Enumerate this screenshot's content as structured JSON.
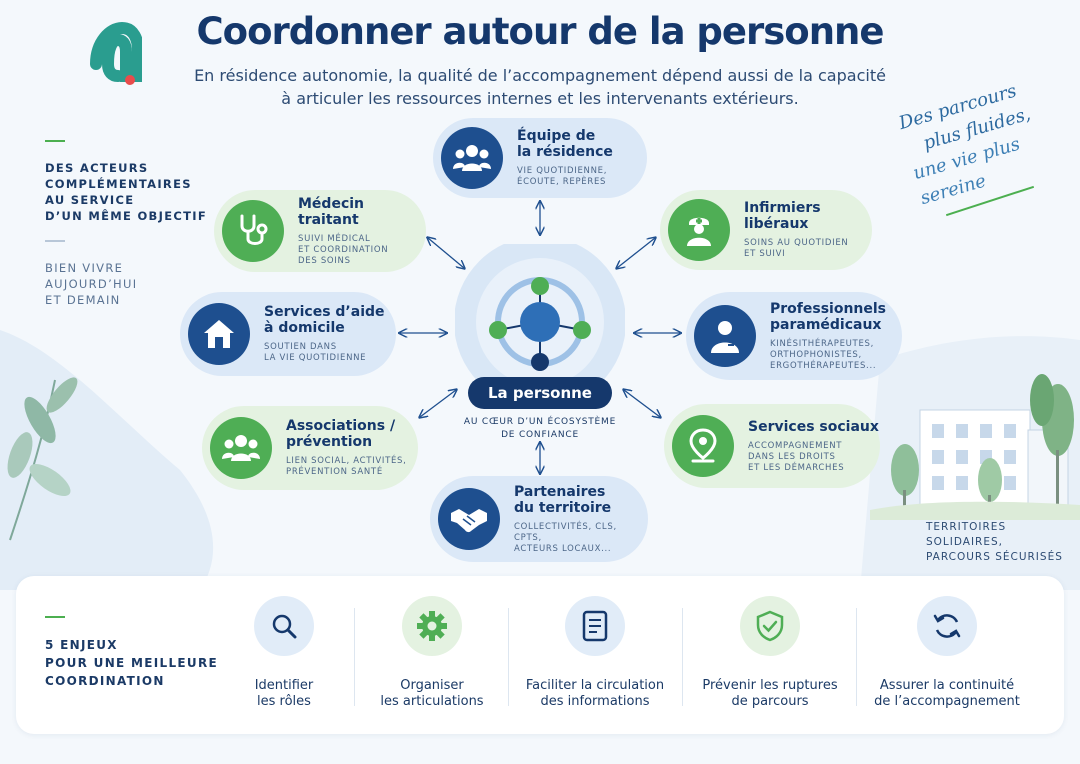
{
  "title": "Coordonner autour de la personne",
  "subtitle_line1": "En résidence autonomie, la qualité de l’accompagnement dépend aussi de la capacité",
  "subtitle_line2": "à articuler les ressources internes et les intervenants extérieurs.",
  "side_left": {
    "block1": [
      "DES ACTEURS",
      "COMPLÉMENTAIRES",
      "AU SERVICE",
      "D’UN MÊME OBJECTIF"
    ],
    "block2": [
      "BIEN VIVRE",
      "AUJOURD’HUI",
      "ET DEMAIN"
    ]
  },
  "script_note": [
    "Des parcours",
    "plus fluides,",
    "une vie plus sereine"
  ],
  "right_caption": [
    "TERRITOIRES SOLIDAIRES,",
    "PARCOURS SÉCURISÉS"
  ],
  "center": {
    "label": "La personne",
    "sub": [
      "AU CŒUR D’UN ÉCOSYSTÈME",
      "DE CONFIANCE"
    ]
  },
  "nodes": {
    "equipe": {
      "title": [
        "Équipe de",
        "la résidence"
      ],
      "desc": [
        "VIE QUOTIDIENNE,",
        "ÉCOUTE, REPÈRES"
      ],
      "icon": "group-icon",
      "color": "blue"
    },
    "infirmiers": {
      "title": [
        "Infirmiers libéraux"
      ],
      "desc": [
        "SOINS AU QUOTIDIEN",
        "ET SUIVI"
      ],
      "icon": "nurse-icon",
      "color": "green"
    },
    "paramedicaux": {
      "title": [
        "Professionnels",
        "paramédicaux"
      ],
      "desc": [
        "KINÉSITHÉRAPEUTES,",
        "ORTHOPHONISTES,",
        "ERGOTHÉRAPEUTES..."
      ],
      "icon": "person-badge-icon",
      "color": "blue"
    },
    "sociaux": {
      "title": [
        "Services sociaux"
      ],
      "desc": [
        "ACCOMPAGNEMENT",
        "DANS LES DROITS",
        "ET LES DÉMARCHES"
      ],
      "icon": "location-pin-icon",
      "color": "green"
    },
    "partenaires": {
      "title": [
        "Partenaires",
        "du territoire"
      ],
      "desc": [
        "COLLECTIVITÉS, CLS, CPTS,",
        "ACTEURS LOCAUX..."
      ],
      "icon": "handshake-icon",
      "color": "blue"
    },
    "associations": {
      "title": [
        "Associations /",
        "prévention"
      ],
      "desc": [
        "LIEN SOCIAL, ACTIVITÉS,",
        "PRÉVENTION SANTÉ"
      ],
      "icon": "community-icon",
      "color": "green"
    },
    "aide": {
      "title": [
        "Services d’aide",
        "à domicile"
      ],
      "desc": [
        "SOUTIEN DANS",
        "LA VIE QUOTIDIENNE"
      ],
      "icon": "home-icon",
      "color": "blue"
    },
    "medecin": {
      "title": [
        "Médecin traitant"
      ],
      "desc": [
        "SUIVI MÉDICAL",
        "ET COORDINATION",
        "DES SOINS"
      ],
      "icon": "stethoscope-icon",
      "color": "green"
    }
  },
  "bottom": {
    "heading": [
      "5 ENJEUX",
      "POUR UNE MEILLEURE",
      "COORDINATION"
    ],
    "issues": [
      {
        "label": [
          "Identifier",
          "les rôles"
        ],
        "icon": "search-icon",
        "color": "blue"
      },
      {
        "label": [
          "Organiser",
          "les articulations"
        ],
        "icon": "gear-icon",
        "color": "green"
      },
      {
        "label": [
          "Faciliter la circulation",
          "des informations"
        ],
        "icon": "document-icon",
        "color": "blue"
      },
      {
        "label": [
          "Prévenir les ruptures",
          "de parcours"
        ],
        "icon": "shield-check-icon",
        "color": "green"
      },
      {
        "label": [
          "Assurer la continuité",
          "de l’accompagnement"
        ],
        "icon": "refresh-icon",
        "color": "blue"
      }
    ]
  },
  "colors": {
    "navy": "#15386c",
    "blue": "#1e4f8f",
    "green": "#4fae55",
    "logo_teal": "#2a9d8f",
    "logo_red": "#e84c4c"
  }
}
